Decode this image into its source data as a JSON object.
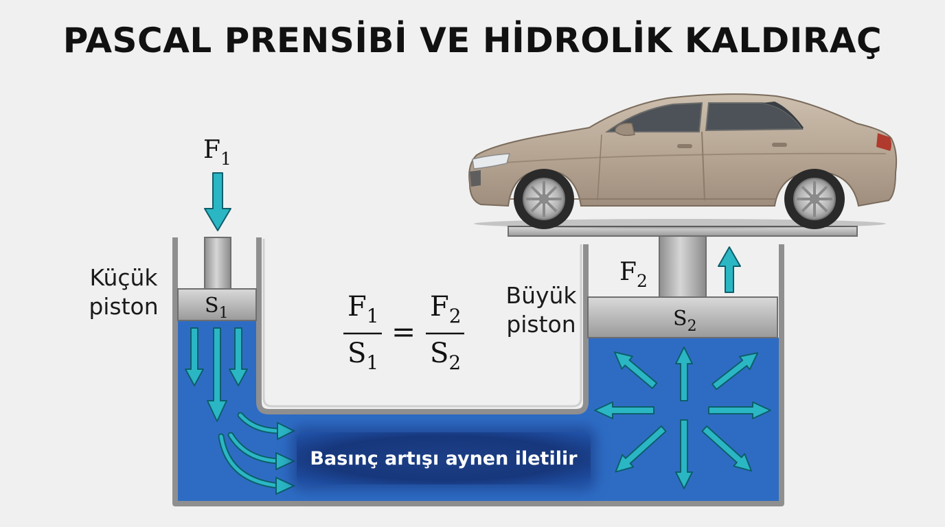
{
  "title": "PASCAL PRENSİBİ VE HİDROLİK KALDIRAÇ",
  "small_piston": {
    "label_line1": "Küçük",
    "label_line2": "piston",
    "force_symbol": "F",
    "force_subscript": "1",
    "area_symbol": "S",
    "area_subscript": "1"
  },
  "large_piston": {
    "label_line1": "Büyük",
    "label_line2": "piston",
    "force_symbol": "F",
    "force_subscript": "2",
    "area_symbol": "S",
    "area_subscript": "2"
  },
  "formula": {
    "left_num": "F",
    "left_num_sub": "1",
    "left_den": "S",
    "left_den_sub": "1",
    "equals": "=",
    "right_num": "F",
    "right_num_sub": "2",
    "right_den": "S",
    "right_den_sub": "2"
  },
  "banner_text": "Basınç artışı aynen iletilir",
  "colors": {
    "fluid": "#2e6cc4",
    "arrow": "#2bb6c4",
    "arrow_outline": "#0d5e6a",
    "metal": "#a9a9a9",
    "car_body": "#bbaa98"
  }
}
